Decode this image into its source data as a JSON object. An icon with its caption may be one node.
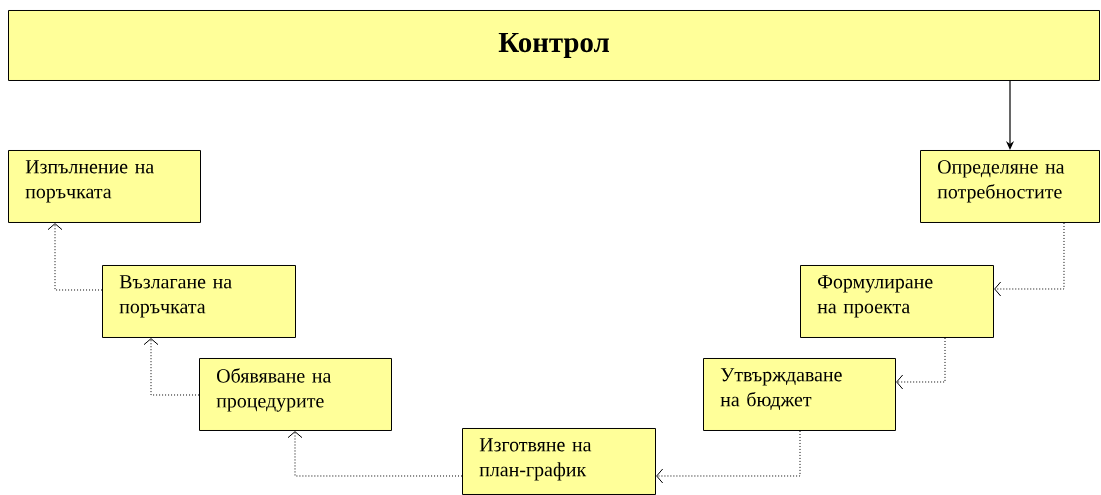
{
  "diagram": {
    "nodes": [
      {
        "text": [
          "Контрол"
        ]
      },
      {
        "text": [
          "Определяне на потребностите"
        ]
      },
      {
        "text": [
          "Формулиране на проекта"
        ]
      },
      {
        "text": [
          "Утвърждаване на бюджет"
        ]
      },
      {
        "text": [
          "Изготвяне на план-график"
        ]
      },
      {
        "text": [
          "Обявяване на процедурите"
        ]
      },
      {
        "text": [
          "Възлагане на поръчката"
        ]
      },
      {
        "text": [
          "Изпълнение на поръчката"
        ]
      }
    ],
    "edges": [
      {
        "from": 0,
        "to": 1,
        "arrow": "to"
      },
      {
        "from": 1,
        "to": 2,
        "arrow": "to",
        "style": "dashed"
      },
      {
        "from": 2,
        "to": 3,
        "arrow": "to",
        "style": "dashed"
      },
      {
        "from": 3,
        "to": 4,
        "arrow": "to",
        "style": "dashed"
      },
      {
        "from": 4,
        "to": 5,
        "arrow": "to",
        "style": "dashed"
      },
      {
        "from": 5,
        "to": 6,
        "arrow": "to",
        "style": "dashed"
      },
      {
        "from": 6,
        "to": 7,
        "arrow": "to",
        "style": "dashed"
      }
    ]
  }
}
